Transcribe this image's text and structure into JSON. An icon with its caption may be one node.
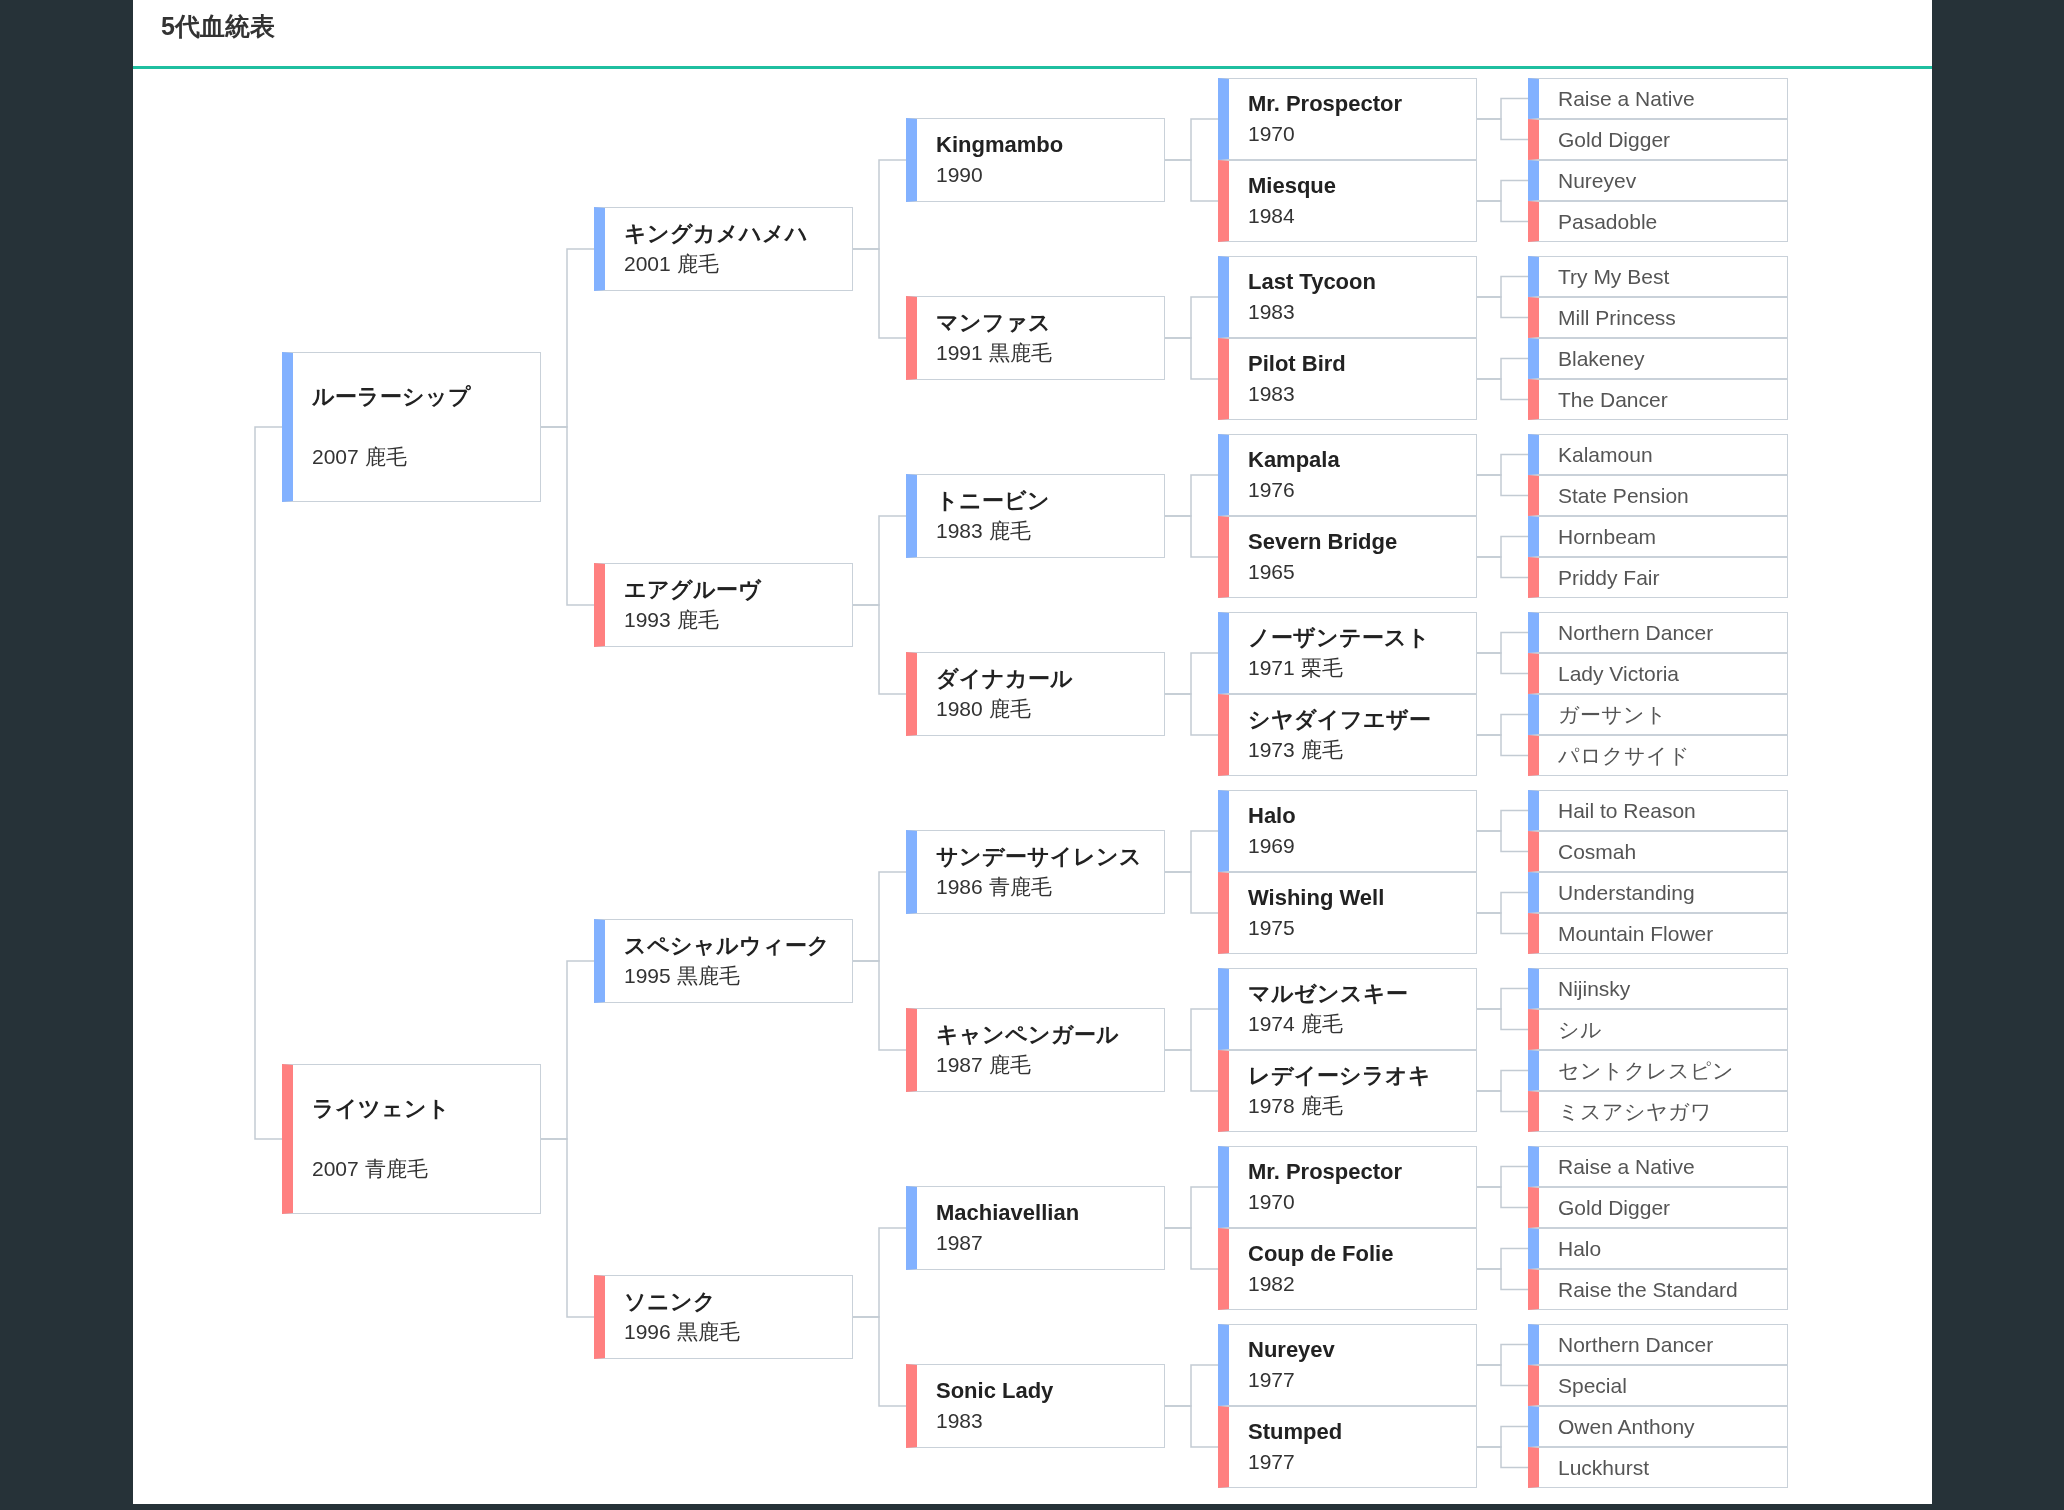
{
  "diagram": {
    "title": "5代血統表",
    "nodes": [
      {
        "text": [
          "ルーラーシップ",
          "2007 鹿毛"
        ]
      },
      {
        "text": [
          "ライツェント",
          "2007 青鹿毛"
        ]
      },
      {
        "text": [
          "キングカメハメハ",
          "2001 鹿毛"
        ]
      },
      {
        "text": [
          "エアグルーヴ",
          "1993 鹿毛"
        ]
      },
      {
        "text": [
          "スペシャルウィーク",
          "1995 黒鹿毛"
        ]
      },
      {
        "text": [
          "ソニンク",
          "1996 黒鹿毛"
        ]
      },
      {
        "text": [
          "Kingmambo",
          "1990"
        ]
      },
      {
        "text": [
          "マンファス",
          "1991 黒鹿毛"
        ]
      },
      {
        "text": [
          "トニービン",
          "1983 鹿毛"
        ]
      },
      {
        "text": [
          "ダイナカール",
          "1980 鹿毛"
        ]
      },
      {
        "text": [
          "サンデーサイレンス",
          "1986 青鹿毛"
        ]
      },
      {
        "text": [
          "キャンペンガール",
          "1987 鹿毛"
        ]
      },
      {
        "text": [
          "Machiavellian",
          "1987"
        ]
      },
      {
        "text": [
          "Sonic Lady",
          "1983"
        ]
      },
      {
        "text": [
          "Mr. Prospector",
          "1970"
        ]
      },
      {
        "text": [
          "Miesque",
          "1984"
        ]
      },
      {
        "text": [
          "Last Tycoon",
          "1983"
        ]
      },
      {
        "text": [
          "Pilot Bird",
          "1983"
        ]
      },
      {
        "text": [
          "Kampala",
          "1976"
        ]
      },
      {
        "text": [
          "Severn Bridge",
          "1965"
        ]
      },
      {
        "text": [
          "ノーザンテースト",
          "1971 栗毛"
        ]
      },
      {
        "text": [
          "シヤダイフエザー",
          "1973 鹿毛"
        ]
      },
      {
        "text": [
          "Halo",
          "1969"
        ]
      },
      {
        "text": [
          "Wishing Well",
          "1975"
        ]
      },
      {
        "text": [
          "マルゼンスキー",
          "1974 鹿毛"
        ]
      },
      {
        "text": [
          "レデイーシラオキ",
          "1978 鹿毛"
        ]
      },
      {
        "text": [
          "Mr. Prospector",
          "1970"
        ]
      },
      {
        "text": [
          "Coup de Folie",
          "1982"
        ]
      },
      {
        "text": [
          "Nureyev",
          "1977"
        ]
      },
      {
        "text": [
          "Stumped",
          "1977"
        ]
      },
      {
        "text": [
          "Raise a Native"
        ]
      },
      {
        "text": [
          "Gold Digger"
        ]
      },
      {
        "text": [
          "Nureyev"
        ]
      },
      {
        "text": [
          "Pasadoble"
        ]
      },
      {
        "text": [
          "Try My Best"
        ]
      },
      {
        "text": [
          "Mill Princess"
        ]
      },
      {
        "text": [
          "Blakeney"
        ]
      },
      {
        "text": [
          "The Dancer"
        ]
      },
      {
        "text": [
          "Kalamoun"
        ]
      },
      {
        "text": [
          "State Pension"
        ]
      },
      {
        "text": [
          "Hornbeam"
        ]
      },
      {
        "text": [
          "Priddy Fair"
        ]
      },
      {
        "text": [
          "Northern Dancer"
        ]
      },
      {
        "text": [
          "Lady Victoria"
        ]
      },
      {
        "text": [
          "ガーサント"
        ]
      },
      {
        "text": [
          "パロクサイド"
        ]
      },
      {
        "text": [
          "Hail to Reason"
        ]
      },
      {
        "text": [
          "Cosmah"
        ]
      },
      {
        "text": [
          "Understanding"
        ]
      },
      {
        "text": [
          "Mountain Flower"
        ]
      },
      {
        "text": [
          "Nijinsky"
        ]
      },
      {
        "text": [
          "シル"
        ]
      },
      {
        "text": [
          "セントクレスピン"
        ]
      },
      {
        "text": [
          "ミスアシヤガワ"
        ]
      },
      {
        "text": [
          "Raise a Native"
        ]
      },
      {
        "text": [
          "Gold Digger"
        ]
      },
      {
        "text": [
          "Halo"
        ]
      },
      {
        "text": [
          "Raise the Standard"
        ]
      },
      {
        "text": [
          "Northern Dancer"
        ]
      },
      {
        "text": [
          "Special"
        ]
      },
      {
        "text": [
          "Owen Anthony"
        ]
      },
      {
        "text": [
          "Luckhurst"
        ]
      }
    ],
    "edges": [
      {
        "from": 0,
        "to": 1,
        "arrow": "none"
      },
      {
        "from": 0,
        "to": 2,
        "arrow": "none"
      },
      {
        "from": 0,
        "to": 3,
        "arrow": "none"
      },
      {
        "from": 1,
        "to": 4,
        "arrow": "none"
      },
      {
        "from": 1,
        "to": 5,
        "arrow": "none"
      },
      {
        "from": 2,
        "to": 6,
        "arrow": "none"
      },
      {
        "from": 2,
        "to": 7,
        "arrow": "none"
      },
      {
        "from": 3,
        "to": 8,
        "arrow": "none"
      },
      {
        "from": 3,
        "to": 9,
        "arrow": "none"
      },
      {
        "from": 4,
        "to": 10,
        "arrow": "none"
      },
      {
        "from": 4,
        "to": 11,
        "arrow": "none"
      },
      {
        "from": 5,
        "to": 12,
        "arrow": "none"
      },
      {
        "from": 5,
        "to": 13,
        "arrow": "none"
      },
      {
        "from": 6,
        "to": 14,
        "arrow": "none"
      },
      {
        "from": 6,
        "to": 15,
        "arrow": "none"
      },
      {
        "from": 7,
        "to": 16,
        "arrow": "none"
      },
      {
        "from": 7,
        "to": 17,
        "arrow": "none"
      },
      {
        "from": 8,
        "to": 18,
        "arrow": "none"
      },
      {
        "from": 8,
        "to": 19,
        "arrow": "none"
      },
      {
        "from": 9,
        "to": 20,
        "arrow": "none"
      },
      {
        "from": 9,
        "to": 21,
        "arrow": "none"
      },
      {
        "from": 10,
        "to": 22,
        "arrow": "none"
      },
      {
        "from": 10,
        "to": 23,
        "arrow": "none"
      },
      {
        "from": 11,
        "to": 24,
        "arrow": "none"
      },
      {
        "from": 11,
        "to": 25,
        "arrow": "none"
      },
      {
        "from": 12,
        "to": 26,
        "arrow": "none"
      },
      {
        "from": 12,
        "to": 27,
        "arrow": "none"
      },
      {
        "from": 13,
        "to": 28,
        "arrow": "none"
      },
      {
        "from": 13,
        "to": 29,
        "arrow": "none"
      },
      {
        "from": 14,
        "to": 30,
        "arrow": "none"
      },
      {
        "from": 14,
        "to": 31,
        "arrow": "none"
      },
      {
        "from": 15,
        "to": 32,
        "arrow": "none"
      },
      {
        "from": 15,
        "to": 33,
        "arrow": "none"
      },
      {
        "from": 16,
        "to": 34,
        "arrow": "none"
      },
      {
        "from": 16,
        "to": 35,
        "arrow": "none"
      },
      {
        "from": 17,
        "to": 36,
        "arrow": "none"
      },
      {
        "from": 17,
        "to": 37,
        "arrow": "none"
      },
      {
        "from": 18,
        "to": 38,
        "arrow": "none"
      },
      {
        "from": 18,
        "to": 39,
        "arrow": "none"
      },
      {
        "from": 19,
        "to": 40,
        "arrow": "none"
      },
      {
        "from": 19,
        "to": 41,
        "arrow": "none"
      },
      {
        "from": 20,
        "to": 42,
        "arrow": "none"
      },
      {
        "from": 20,
        "to": 43,
        "arrow": "none"
      },
      {
        "from": 21,
        "to": 44,
        "arrow": "none"
      },
      {
        "from": 21,
        "to": 45,
        "arrow": "none"
      },
      {
        "from": 22,
        "to": 46,
        "arrow": "none"
      },
      {
        "from": 22,
        "to": 47,
        "arrow": "none"
      },
      {
        "from": 23,
        "to": 48,
        "arrow": "none"
      },
      {
        "from": 23,
        "to": 49,
        "arrow": "none"
      },
      {
        "from": 24,
        "to": 50,
        "arrow": "none"
      },
      {
        "from": 24,
        "to": 51,
        "arrow": "none"
      },
      {
        "from": 25,
        "to": 52,
        "arrow": "none"
      },
      {
        "from": 25,
        "to": 53,
        "arrow": "none"
      },
      {
        "from": 26,
        "to": 54,
        "arrow": "none"
      },
      {
        "from": 26,
        "to": 55,
        "arrow": "none"
      },
      {
        "from": 27,
        "to": 56,
        "arrow": "none"
      },
      {
        "from": 27,
        "to": 57,
        "arrow": "none"
      },
      {
        "from": 28,
        "to": 58,
        "arrow": "none"
      },
      {
        "from": 28,
        "to": 59,
        "arrow": "none"
      },
      {
        "from": 29,
        "to": 60,
        "arrow": "none"
      },
      {
        "from": 29,
        "to": 61,
        "arrow": "none"
      }
    ]
  }
}
